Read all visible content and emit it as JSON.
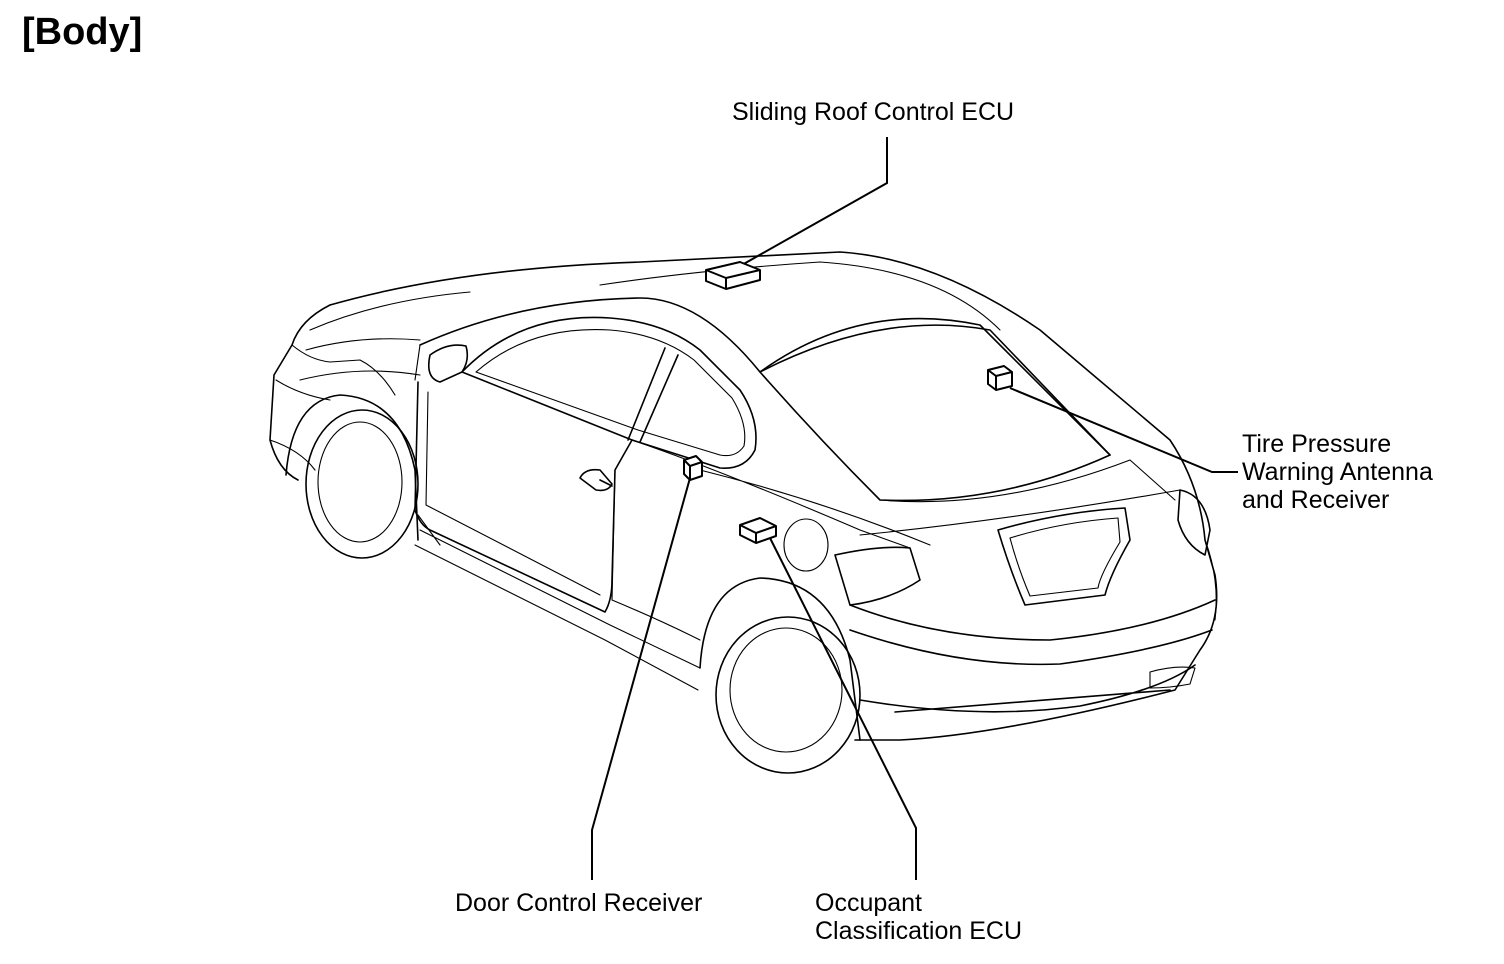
{
  "title": "[Body]",
  "callouts": {
    "sliding_roof": [
      "Sliding Roof Control ECU"
    ],
    "tire_pressure": [
      "Tire Pressure",
      "Warning Antenna",
      "and Receiver"
    ],
    "door_control": [
      "Door Control Receiver"
    ],
    "occupant": [
      "Occupant",
      "Classification ECU"
    ]
  }
}
